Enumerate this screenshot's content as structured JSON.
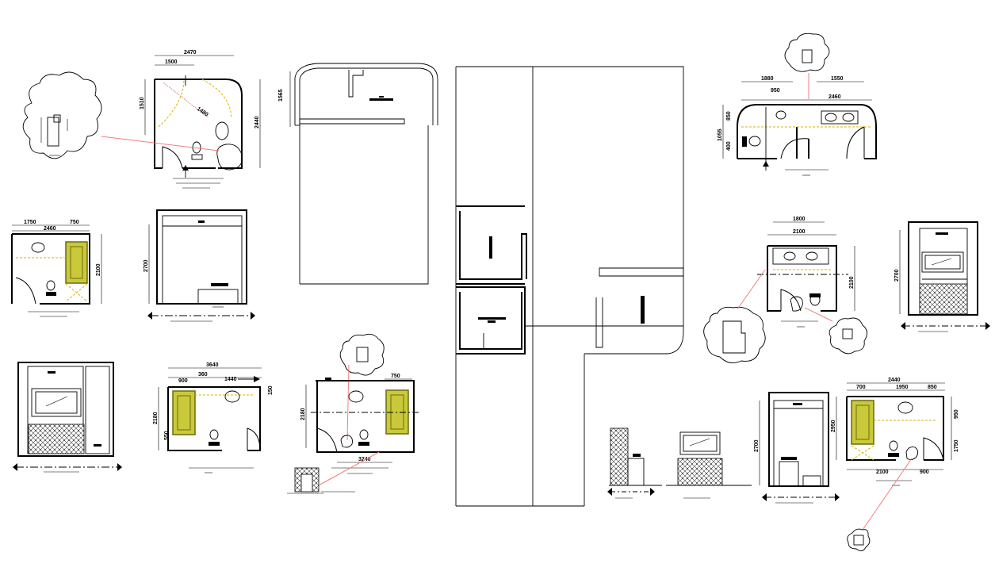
{
  "drawing": {
    "background": "#ffffff",
    "line_color": "#000000",
    "leader_color": "#f27f7f",
    "tub_color": "#c9c93a",
    "dash_color": "#d9b400"
  },
  "dimensions": {
    "plan_a": {
      "top": "2470",
      "top2": "1500",
      "left": "1510",
      "right": "2440",
      "diag": "1480"
    },
    "plan_b_top": {
      "top": "1750",
      "top2": "750",
      "total": "2460",
      "right": "2100"
    },
    "elev_c": {
      "left": "2700"
    },
    "plan_d": {
      "top": "3640",
      "seg1": "900",
      "seg2": "360",
      "seg3": "1440",
      "left": "2180",
      "left2": "550",
      "right": "150"
    },
    "plan_e": {
      "left": "2180",
      "right": "750",
      "bottom": "3240"
    },
    "elev_f": {
      "left": "1565"
    },
    "plan_g": {
      "top1": "1880",
      "top2": "1550",
      "total": "2460",
      "small": "950",
      "left1": "1055",
      "left2": "850",
      "left3": "400"
    },
    "plan_h": {
      "top1": "1800",
      "top2": "2100",
      "right": "2100"
    },
    "elev_i": {
      "left": "2700"
    },
    "plan_j": {
      "top": "2440",
      "seg1": "700",
      "seg2": "1950",
      "seg3": "850",
      "left": "2950",
      "right1": "950",
      "right2": "1750",
      "bottom1": "2100",
      "bottom2": "900"
    },
    "elev_k": {
      "left": "2700"
    }
  }
}
